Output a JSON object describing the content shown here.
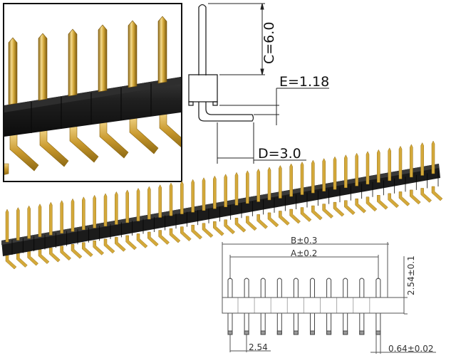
{
  "product": {
    "name": "Right-angle single-row pin header",
    "pin_pitch_mm": 2.54,
    "strip_pin_count_shown": 40,
    "colors": {
      "pin_gold": "#d4a93a",
      "pin_gold_dark": "#9a7418",
      "pin_gold_light": "#f2d88a",
      "housing_black": "#1b1b1b",
      "housing_edge": "#3a3a3a",
      "drawing_line": "#222222",
      "drawing_line_light": "#777777"
    }
  },
  "side_view": {
    "labels": {
      "c": "C=6.0",
      "e": "E=1.18",
      "d": "D=3.0"
    }
  },
  "front_view": {
    "labels": {
      "b": "B±0.3",
      "a": "A±0.2",
      "height": "2.54±0.1",
      "pitch": "2.54",
      "pin_width": "0.64±0.02"
    },
    "pin_count": 10
  }
}
